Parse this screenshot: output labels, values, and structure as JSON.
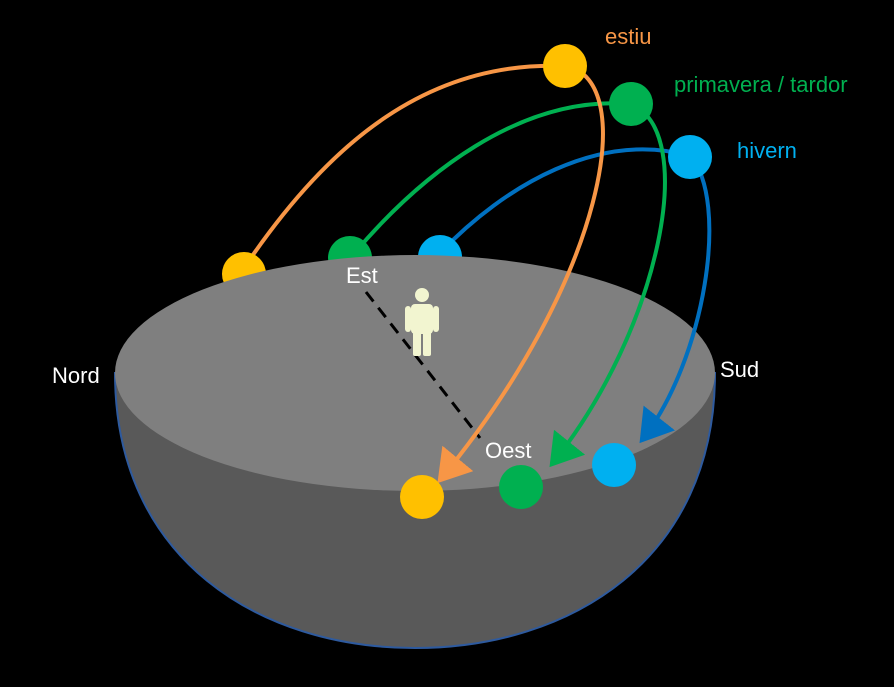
{
  "labels": {
    "north": "Nord",
    "south": "Sud",
    "east": "Est",
    "west": "Oest"
  },
  "seasons": [
    {
      "id": "summer",
      "label": "estiu",
      "path_color": "#F79646",
      "sun_color": "#FFC000"
    },
    {
      "id": "spring-autumn",
      "label": "primavera / tardor",
      "path_color": "#00B050",
      "sun_color": "#00B050"
    },
    {
      "id": "winter",
      "label": "hivern",
      "path_color": "#0070C0",
      "sun_color": "#00B0F0"
    }
  ],
  "colors": {
    "background": "#000000",
    "ground_top": "#7F7F7F",
    "ground_side": "#595959",
    "ground_outline": "#2E5A9E",
    "observer": "#F2F5D0",
    "axis_line": "#000000",
    "text": "#FFFFFF"
  }
}
